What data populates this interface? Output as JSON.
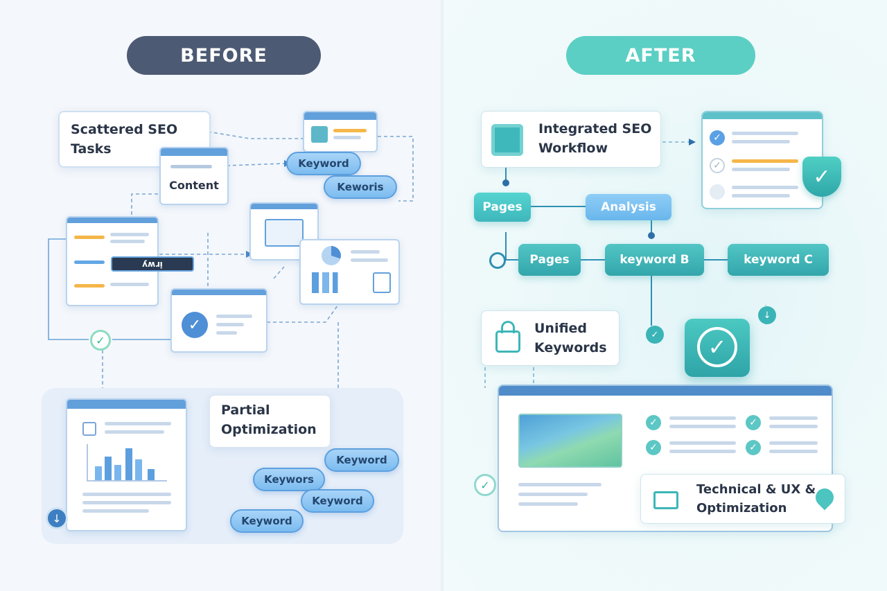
{
  "before": {
    "heading": "BEFORE",
    "scattered_label": "Scattered SEO Tasks",
    "content_label": "Content",
    "dark_badge": "ʎʍɹᴉ",
    "partial_label": "Partial Optimization",
    "keywords": [
      "Keyword",
      "Keworis",
      "Keyword",
      "Keywors",
      "Keyword",
      "Keyword"
    ]
  },
  "after": {
    "heading": "AFTER",
    "workflow_label": "Integrated SEO Workflow",
    "pages_top": "Pages",
    "analysis": "Analysis",
    "pages_mid": "Pages",
    "keyword_b": "keyword B",
    "keyword_c": "keyword C",
    "unified_label": "Unified Keywords",
    "technical_label": "Technical & UX & Optimization"
  },
  "colors": {
    "before_heading": "#4d5a73",
    "after_heading": "#5ccfc4",
    "before_accent": "#62a0dc",
    "after_accent": "#3eb7bc"
  }
}
